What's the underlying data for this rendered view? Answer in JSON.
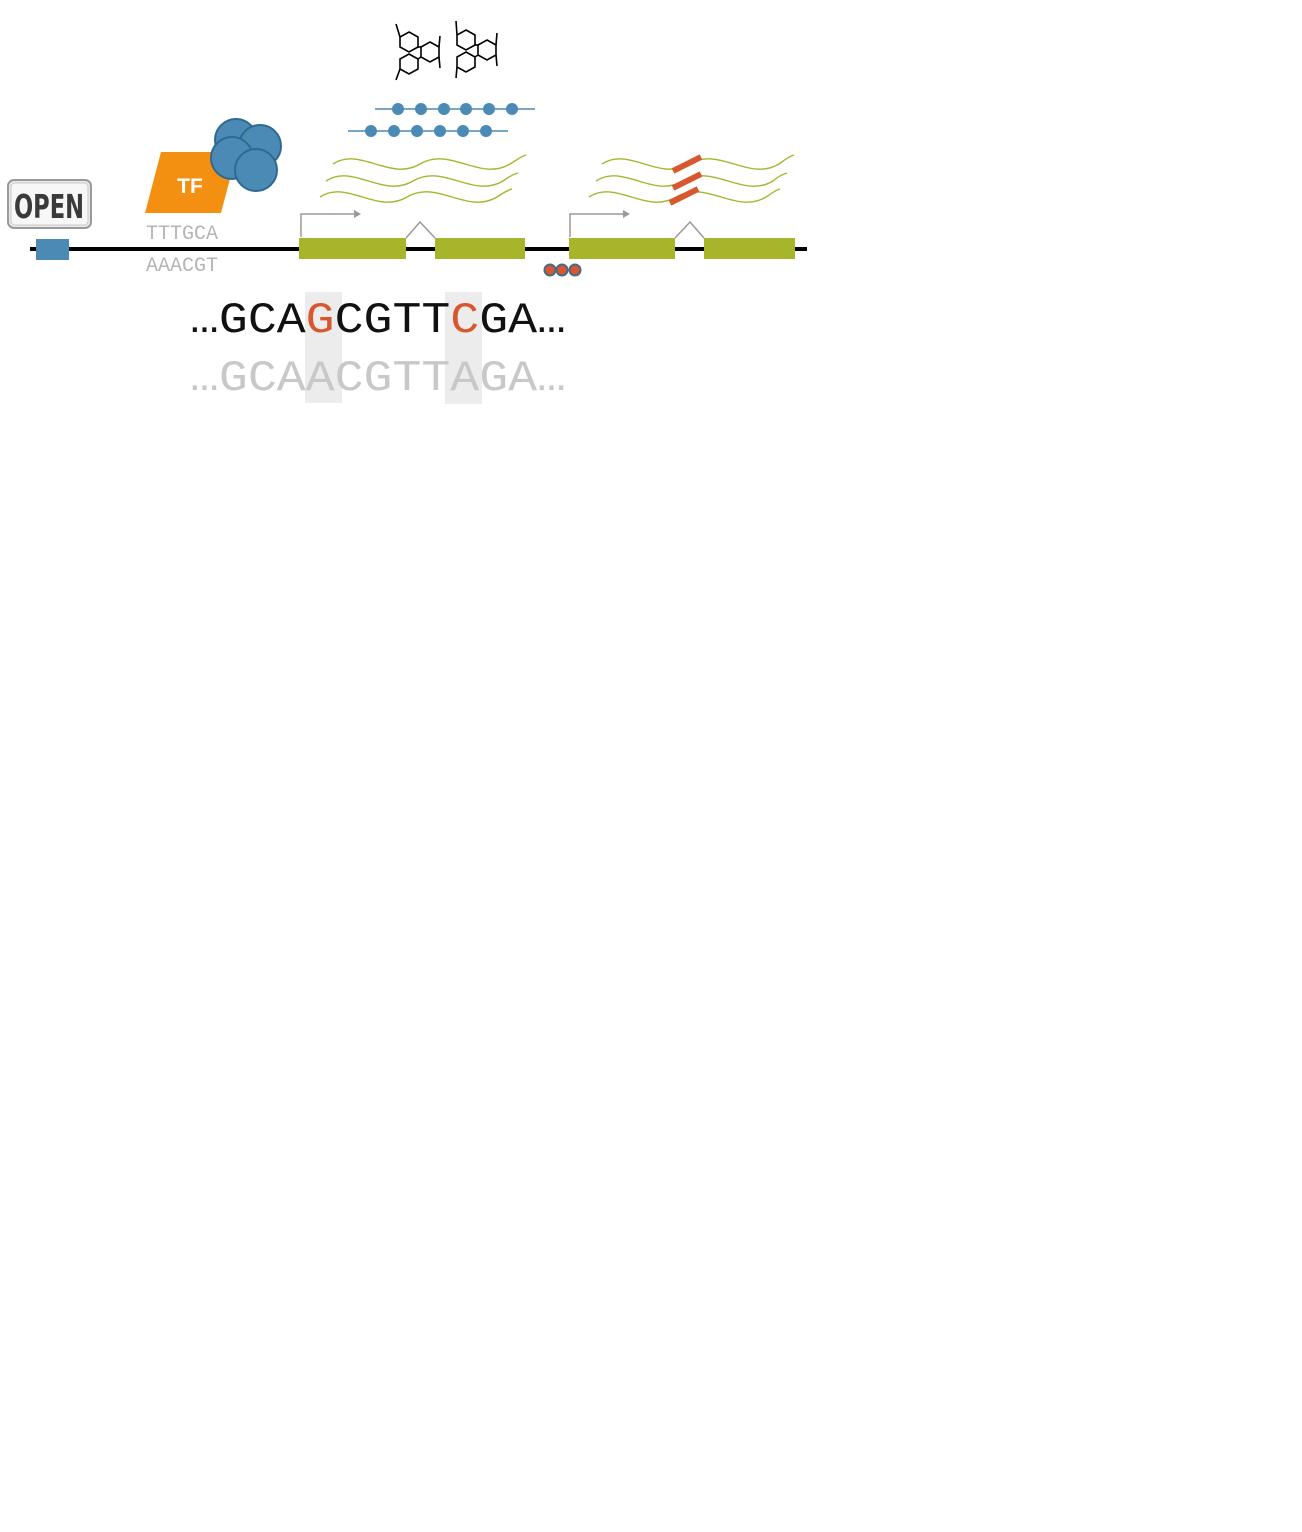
{
  "open_sign": {
    "label": "OPEN"
  },
  "transcription_factor": {
    "label": "TF"
  },
  "motif": {
    "top": "TTTGCA",
    "bottom": "AAACGT"
  },
  "sequence": {
    "reference": {
      "prefix": "…GCA",
      "variant1": "G",
      "middle": "CGTT",
      "variant2": "C",
      "suffix": "GA…"
    },
    "alternate": {
      "prefix": "…GCA",
      "variant1": "A",
      "middle": "CGTT",
      "variant2": "A",
      "suffix": "GA…"
    }
  },
  "colors": {
    "exon": "#a6b52a",
    "chromatin": "#4a8ab5",
    "tf": "#f39012",
    "variant": "#d8572f",
    "transcript": "#a6b52a",
    "highlight": "#ececec"
  },
  "icons": [
    "open-sign-icon",
    "protein-complex-icon",
    "metabolite-molecule-icon",
    "polysome-icon",
    "mirna-icon",
    "methylation-icon",
    "tss-arrow-icon"
  ]
}
